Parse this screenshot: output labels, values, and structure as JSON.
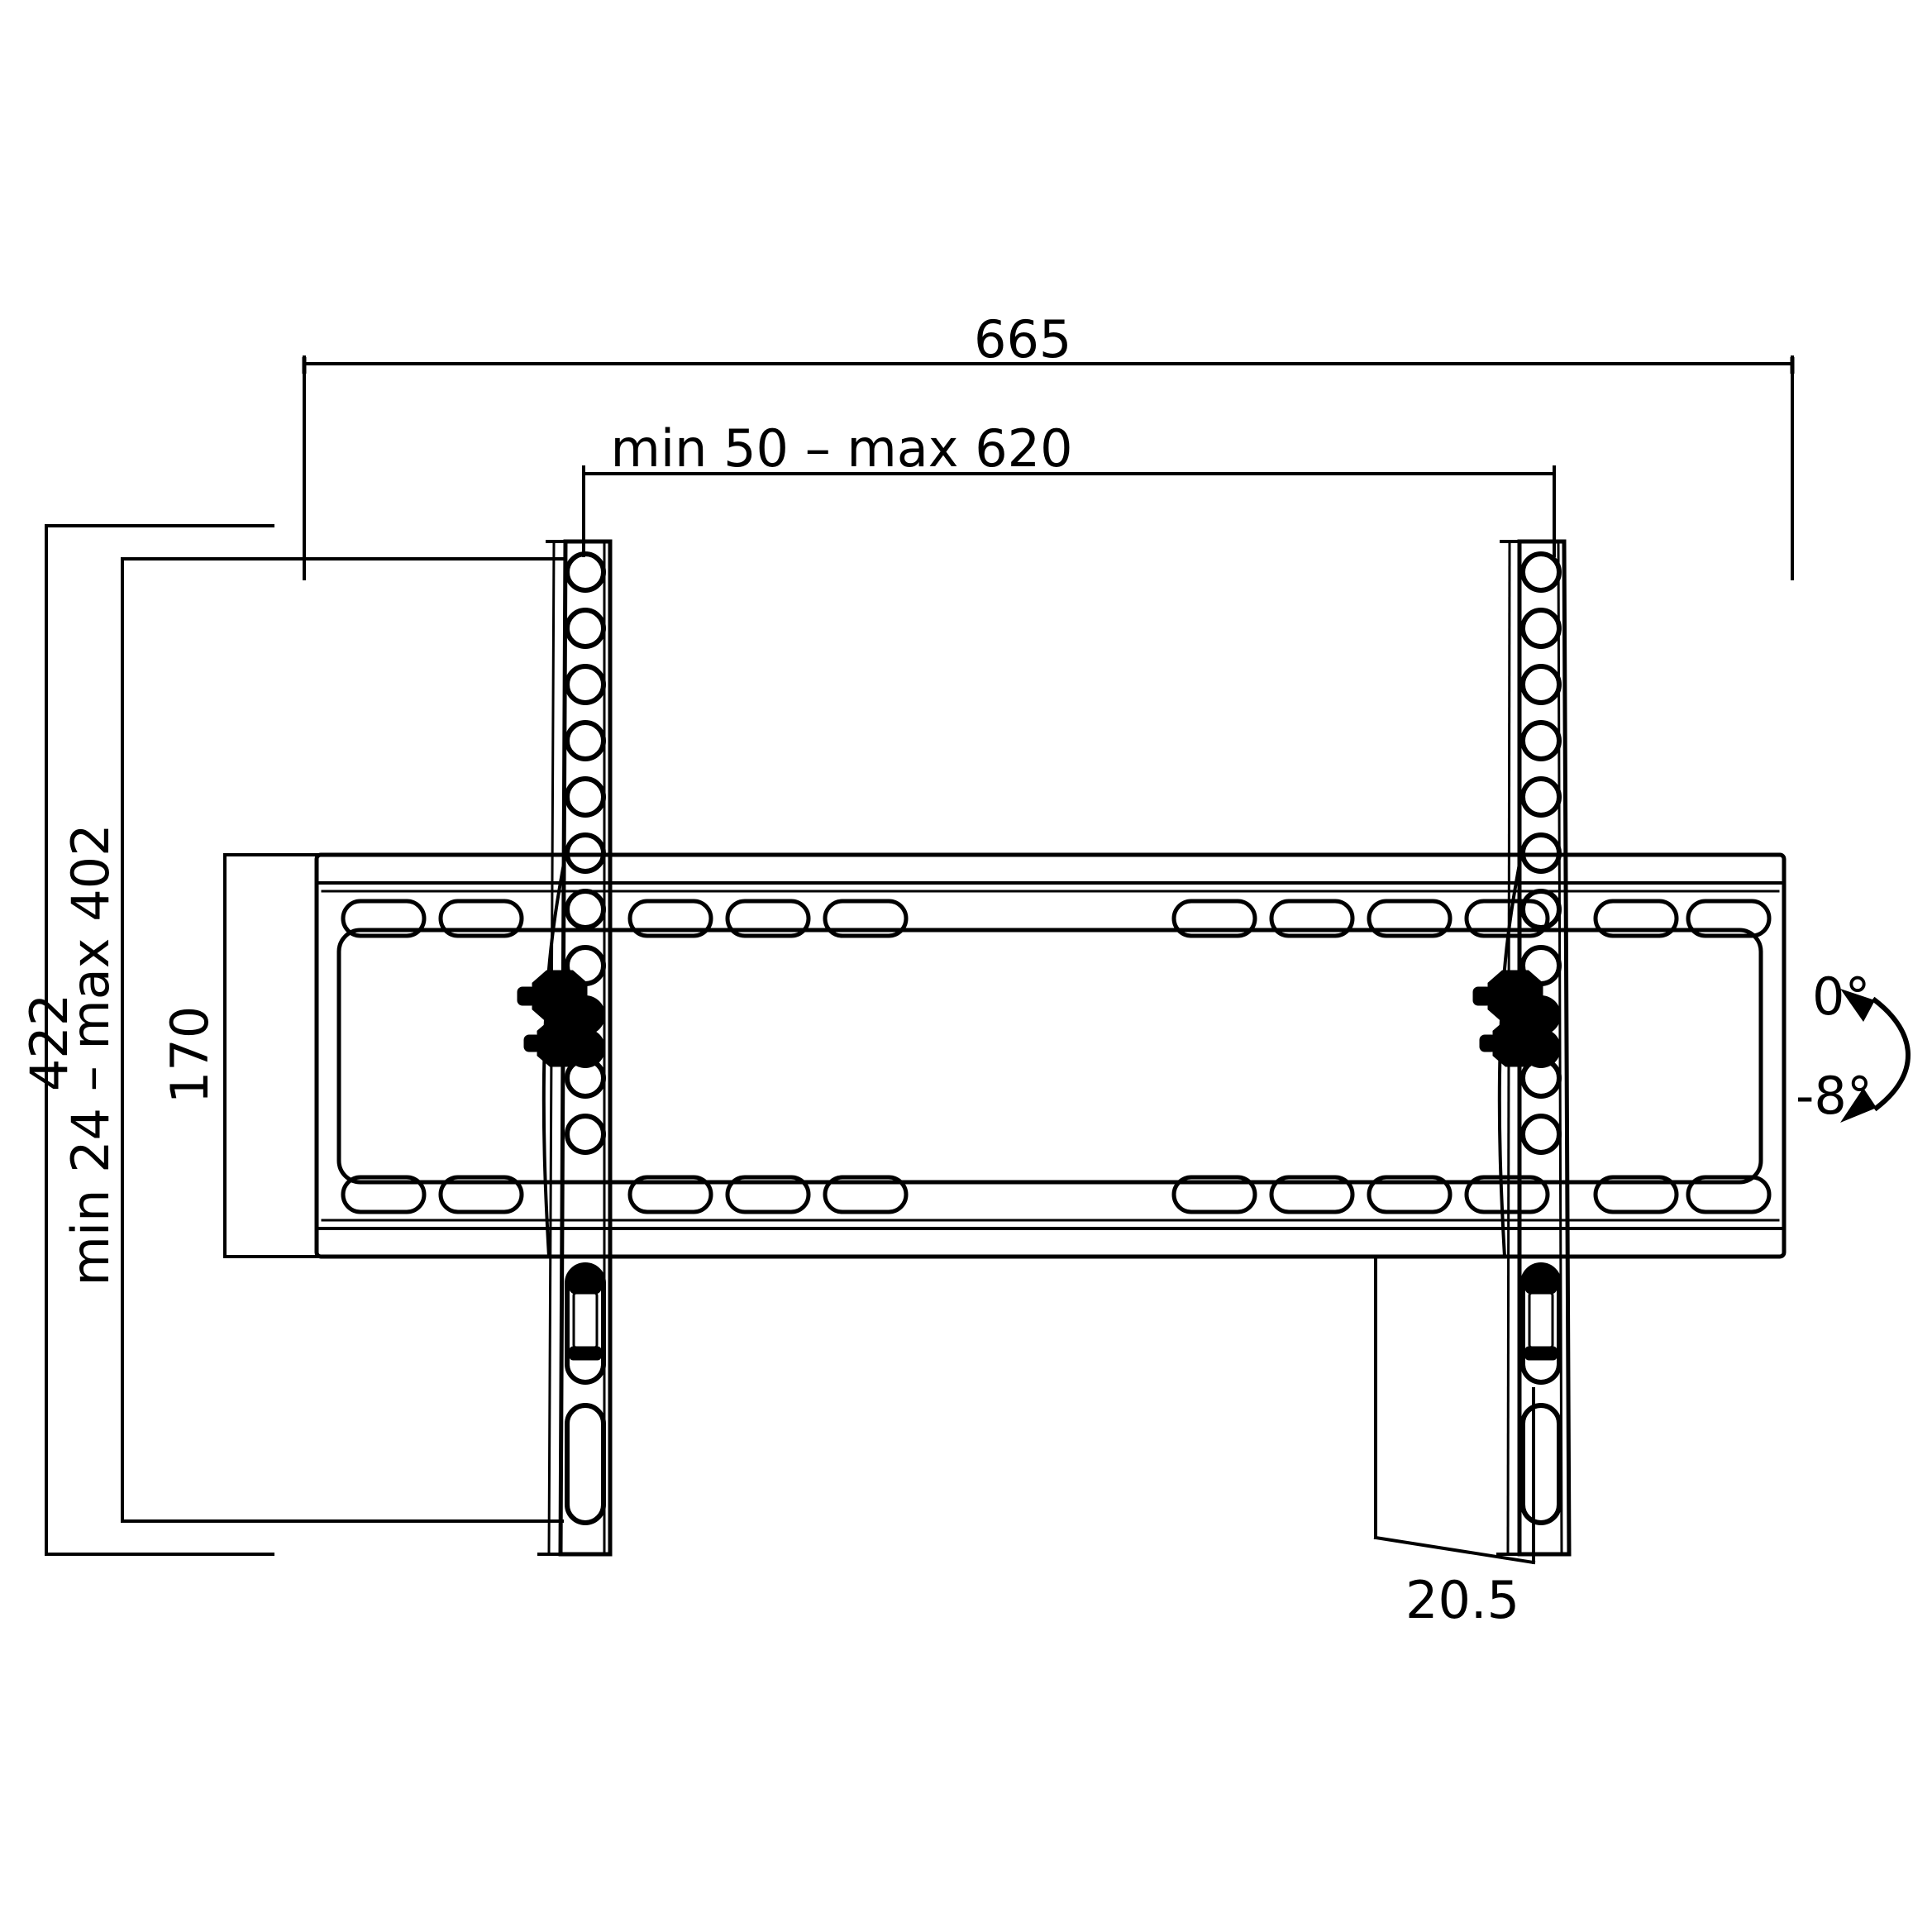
{
  "drawing": {
    "title": "TV wall mount bracket - tilting - front elevation technical drawing",
    "units": "mm",
    "line_color": "#000000",
    "background_color": "#ffffff"
  },
  "dimensions": {
    "overall_width": "665",
    "vesa_horizontal": "min 50 – max 620",
    "overall_height": "422",
    "vesa_vertical": "min 24 – max 402",
    "plate_height": "170",
    "wall_depth": "20.5"
  },
  "tilt": {
    "upper_angle": "0°",
    "lower_angle": "-8°"
  },
  "parts": {
    "left_rail": "left-vertical-rail",
    "right_rail": "right-vertical-rail",
    "wall_plate": "horizontal-wall-plate",
    "left_knob_upper": "left-upper-lock-knob",
    "left_knob_lower": "left-lower-lock-knob",
    "right_knob_upper": "right-upper-lock-knob",
    "right_knob_lower": "right-lower-lock-knob"
  }
}
